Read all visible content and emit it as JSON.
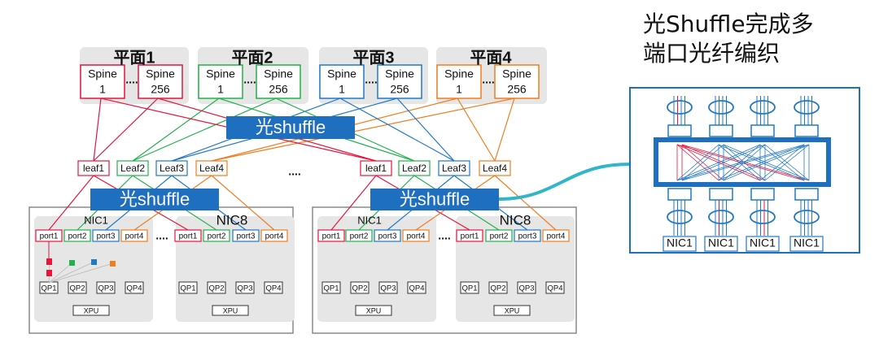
{
  "title": {
    "line1": "光Shuffle完成多",
    "line2": "端口光纤编织"
  },
  "planes": [
    {
      "label": "平面1",
      "spine_a": "Spine",
      "spine_a_num": "1",
      "spine_b": "Spine",
      "spine_b_num": "256",
      "color": "#e8143c"
    },
    {
      "label": "平面2",
      "spine_a": "Spine",
      "spine_a_num": "1",
      "spine_b": "Spine",
      "spine_b_num": "256",
      "color": "#22b14c"
    },
    {
      "label": "平面3",
      "spine_a": "Spine",
      "spine_a_num": "1",
      "spine_b": "Spine",
      "spine_b_num": "256",
      "color": "#1f78c8"
    },
    {
      "label": "平面4",
      "spine_a": "Spine",
      "spine_a_num": "1",
      "spine_b": "Spine",
      "spine_b_num": "256",
      "color": "#f07d1e"
    }
  ],
  "spine_ellipsis": "....",
  "shuffle_label": "光shuffle",
  "leaf_ellipsis": "....",
  "pod_ellipsis": "....",
  "pods": [
    {
      "leaves": [
        "leaf1",
        "Leaf2",
        "Leaf3",
        "Leaf4"
      ],
      "nics": [
        {
          "label": "NIC1",
          "ports": [
            "port1",
            "port2",
            "port3",
            "port4"
          ],
          "qps": [
            "QP1",
            "QP2",
            "QP3",
            "QP4"
          ],
          "xpu": "XPU"
        },
        {
          "label": "NIC8",
          "ports": [
            "port1",
            "port2",
            "port3",
            "port4"
          ],
          "qps": [
            "QP1",
            "QP2",
            "QP3",
            "QP4"
          ],
          "xpu": "XPU"
        }
      ]
    },
    {
      "leaves": [
        "leaf1",
        "Leaf2",
        "Leaf3",
        "Leaf4"
      ],
      "nics": [
        {
          "label": "NIC1",
          "ports": [
            "port1",
            "port2",
            "port3",
            "port4"
          ],
          "qps": [
            "QP1",
            "QP2",
            "QP3",
            "QP4"
          ],
          "xpu": "XPU"
        },
        {
          "label": "NIC8",
          "ports": [
            "port1",
            "port2",
            "port3",
            "port4"
          ],
          "qps": [
            "QP1",
            "QP2",
            "QP3",
            "QP4"
          ],
          "xpu": "XPU"
        }
      ]
    }
  ],
  "fiber_panel": {
    "nic_labels": [
      "NIC1",
      "NIC1",
      "NIC1",
      "NIC1"
    ]
  },
  "colors": {
    "red": "#e8143c",
    "green": "#22b14c",
    "blue": "#1f78c8",
    "orange": "#f07d1e",
    "shuffle_bg": "#1f6fc0",
    "arrow": "#31b5c8",
    "panel_border": "#1f6fc0",
    "gray_bg": "#e6e6e6"
  }
}
